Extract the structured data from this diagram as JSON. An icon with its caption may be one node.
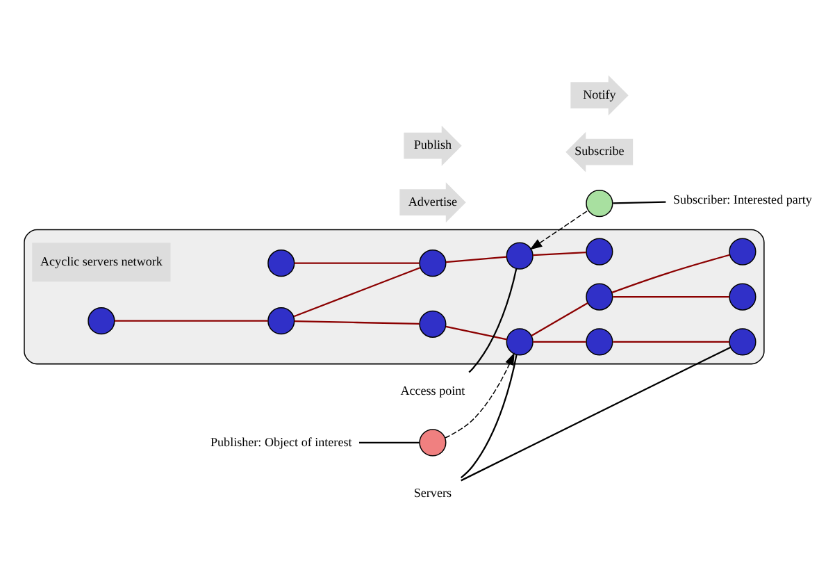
{
  "diagram": {
    "nodes": [
      {
        "text": [],
        "shape": "ellipse"
      },
      {
        "text": [
          "Acyclic servers network"
        ],
        "in": 0
      },
      {
        "text": [],
        "shape": "circle",
        "in": 0
      },
      {
        "text": [],
        "shape": "circle",
        "in": 0
      },
      {
        "text": [],
        "shape": "circle",
        "in": 0
      },
      {
        "text": [],
        "shape": "circle",
        "in": 0
      },
      {
        "text": [],
        "shape": "circle",
        "in": 0
      },
      {
        "text": [],
        "shape": "circle",
        "in": 0
      },
      {
        "text": [],
        "shape": "circle",
        "in": 0
      },
      {
        "text": [],
        "shape": "circle",
        "in": 0
      },
      {
        "text": [],
        "shape": "circle",
        "in": 0
      },
      {
        "text": [],
        "shape": "circle",
        "in": 0
      },
      {
        "text": [],
        "shape": "circle",
        "in": 0
      },
      {
        "text": [],
        "shape": "circle",
        "in": 0
      },
      {
        "text": [],
        "shape": "circle",
        "in": 0
      },
      {
        "text": [],
        "shape": "circle"
      },
      {
        "text": [],
        "shape": "circle"
      },
      {
        "text": [
          "Publisher: Object of interest"
        ]
      },
      {
        "text": [
          "Subscriber: Interested party"
        ]
      },
      {
        "text": [
          "Servers"
        ]
      },
      {
        "text": [
          "Access point"
        ]
      },
      {
        "text": [
          "Advertise"
        ]
      },
      {
        "text": [
          "Publish"
        ]
      },
      {
        "text": [
          "Subscribe"
        ]
      },
      {
        "text": [
          "Notify"
        ]
      }
    ],
    "edges": [
      {
        "from": 2,
        "to": 3,
        "arrow": "none"
      },
      {
        "from": 3,
        "to": 5,
        "arrow": "none"
      },
      {
        "from": 3,
        "to": 6,
        "arrow": "none"
      },
      {
        "from": 4,
        "to": 6,
        "arrow": "none"
      },
      {
        "from": 6,
        "to": 7,
        "arrow": "none"
      },
      {
        "from": 5,
        "to": 8,
        "arrow": "none"
      },
      {
        "from": 8,
        "to": 9,
        "arrow": "none"
      },
      {
        "from": 9,
        "to": 10,
        "arrow": "none"
      },
      {
        "from": 8,
        "to": 12,
        "arrow": "none"
      },
      {
        "from": 12,
        "to": 14,
        "arrow": "none"
      },
      {
        "from": 9,
        "to": 13,
        "arrow": "none"
      },
      {
        "from": 7,
        "to": 11,
        "arrow": "none"
      },
      {
        "from": 15,
        "to": 8,
        "arrow": "to",
        "style": "dashed",
        "color": "#000000"
      },
      {
        "from": 16,
        "to": 7,
        "arrow": "to",
        "style": "dashed",
        "color": "#000000"
      },
      {
        "from": 17,
        "to": 15,
        "arrow": "none",
        "color": "#000000"
      },
      {
        "from": 18,
        "to": 16,
        "arrow": "none",
        "color": "#000000"
      },
      {
        "from": 19,
        "to": 8,
        "arrow": "none",
        "color": "#000000"
      },
      {
        "from": 19,
        "to": 14,
        "arrow": "none",
        "color": "#000000"
      },
      {
        "from": 20,
        "to": 7,
        "arrow": "none",
        "color": "#000000"
      }
    ]
  }
}
